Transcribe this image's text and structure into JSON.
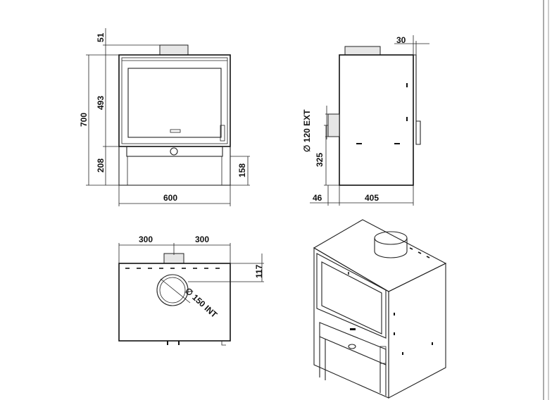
{
  "front_view": {
    "dim_top": "51",
    "dim_total_height": "700",
    "dim_upper": "493",
    "dim_lower": "208",
    "dim_right": "158",
    "dim_width": "600"
  },
  "side_view": {
    "dim_top": "30",
    "dim_flue": "∅ 120 EXT",
    "dim_height": "325",
    "dim_offset": "46",
    "dim_depth": "405"
  },
  "top_view": {
    "dim_left": "300",
    "dim_right": "300",
    "dim_depth": "117",
    "dim_flue": "∅ 150 INT"
  },
  "colors": {
    "line": "#222222",
    "panel": "#e6e6e6",
    "background": "#ffffff"
  }
}
